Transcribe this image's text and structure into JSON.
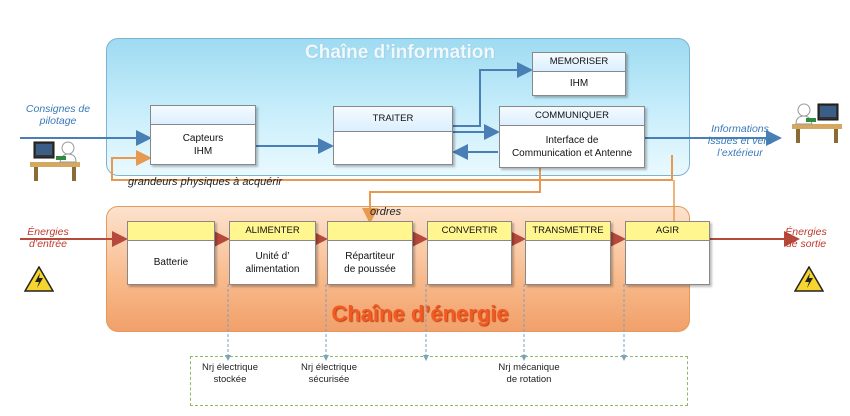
{
  "info_chain": {
    "title": "Chaîne d’information",
    "blocks": {
      "acquerir": {
        "header": "",
        "line1": "Capteurs",
        "line2": "IHM"
      },
      "traiter": {
        "header": "TRAITER"
      },
      "memoriser": {
        "header": "MEMORISER",
        "line1": "IHM"
      },
      "communiquer": {
        "header": "COMMUNIQUER",
        "line1": "Interface de",
        "line2": "Communication  et Antenne"
      }
    }
  },
  "energy_chain": {
    "title": "Chaîne d’énergie",
    "blocks": {
      "batterie": {
        "header": "",
        "line1": "Batterie"
      },
      "alimenter": {
        "header": "ALIMENTER",
        "line1": "Unité d’",
        "line2": "alimentation"
      },
      "distribuer": {
        "header": "",
        "line1": "Répartiteur",
        "line2": "de poussée"
      },
      "convertir": {
        "header": "CONVERTIR"
      },
      "transmettre": {
        "header": "TRANSMETTRE"
      },
      "agir": {
        "header": "AGIR"
      }
    }
  },
  "labels": {
    "consignes": {
      "line1": "Consignes de",
      "line2": "pilotage"
    },
    "informations": {
      "line1": "Informations",
      "line2": "issues et vers",
      "line3": "l’extérieur"
    },
    "grandeurs": "grandeurs physiques à acquérir",
    "ordres": "ordres",
    "energies_entree": {
      "line1": "Énergies",
      "line2": "d’entrée"
    },
    "energies_sortie": {
      "line1": "Énergies",
      "line2": "de sortie"
    }
  },
  "energy_notes": [
    {
      "line1": "Nrj électrique",
      "line2": "stockée"
    },
    {
      "line1": "Nrj électrique",
      "line2": "sécurisée"
    },
    {
      "line1": "Nrj mécanique",
      "line2": "de rotation"
    }
  ],
  "colors": {
    "info_arrow": "#4a7fb5",
    "energy_arrow": "#b5493b",
    "feedback_arrow": "#e79a4f",
    "warning_yellow": "#f6d52f"
  },
  "icons": [
    "user-at-computer-icon",
    "high-voltage-warning-icon"
  ]
}
